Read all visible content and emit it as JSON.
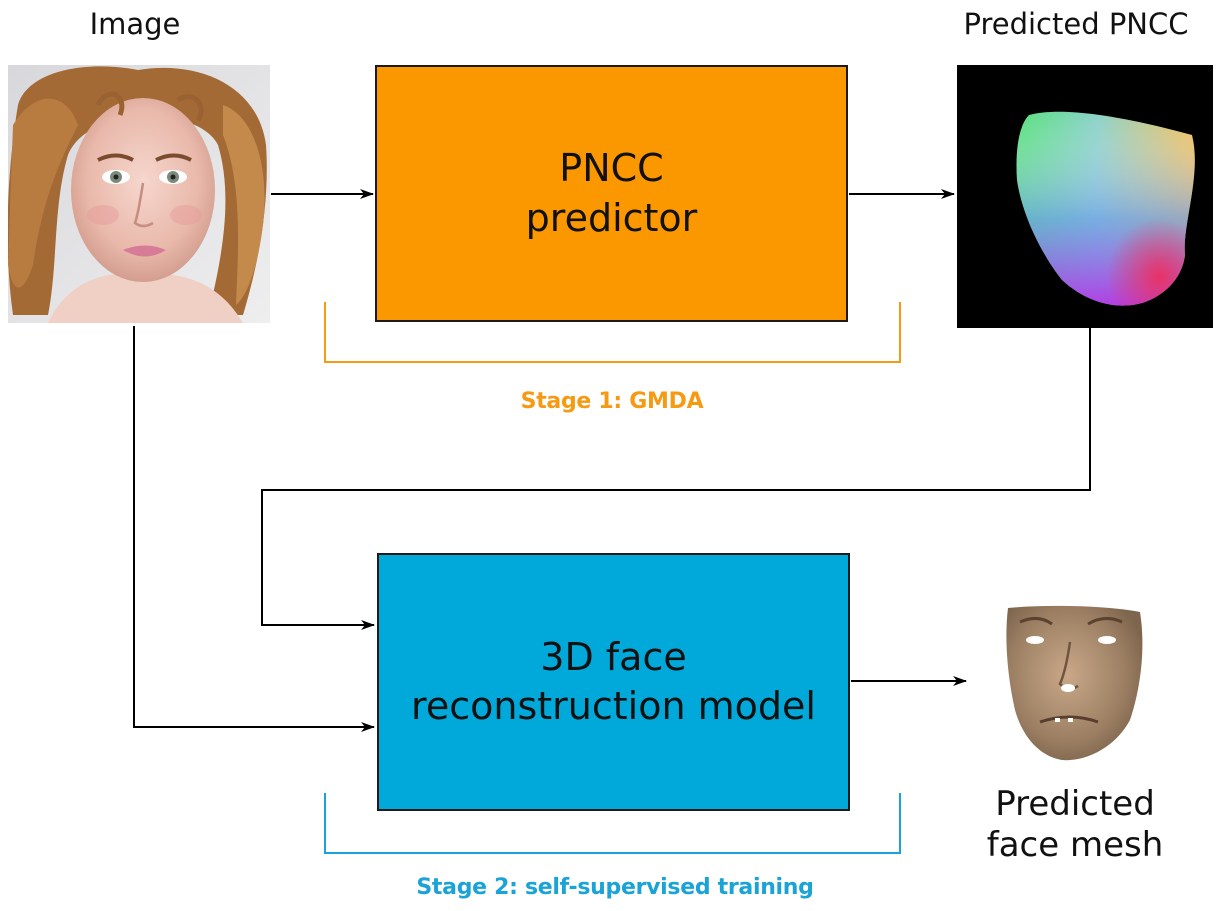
{
  "inputs": {
    "image_label": "Image"
  },
  "outputs": {
    "pncc_label": "Predicted PNCC",
    "mesh_label_line1": "Predicted",
    "mesh_label_line2": "face mesh"
  },
  "blocks": {
    "pncc_predictor": {
      "line1": "PNCC",
      "line2": "predictor"
    },
    "reconstruction_model": {
      "line1": "3D face",
      "line2": "reconstruction model"
    }
  },
  "stages": {
    "stage1": "Stage 1: GMDA",
    "stage2": "Stage 2: self-supervised training"
  },
  "colors": {
    "orange_block": "#fb9800",
    "blue_block": "#00a9d9",
    "stage1_text": "#f59a12",
    "stage2_text": "#1aa3d6",
    "pncc_background": "#000000"
  },
  "icons": {
    "input_image": "face-photo",
    "pncc_image": "pncc-rainbow-map",
    "mesh_image": "textured-face-mesh"
  }
}
